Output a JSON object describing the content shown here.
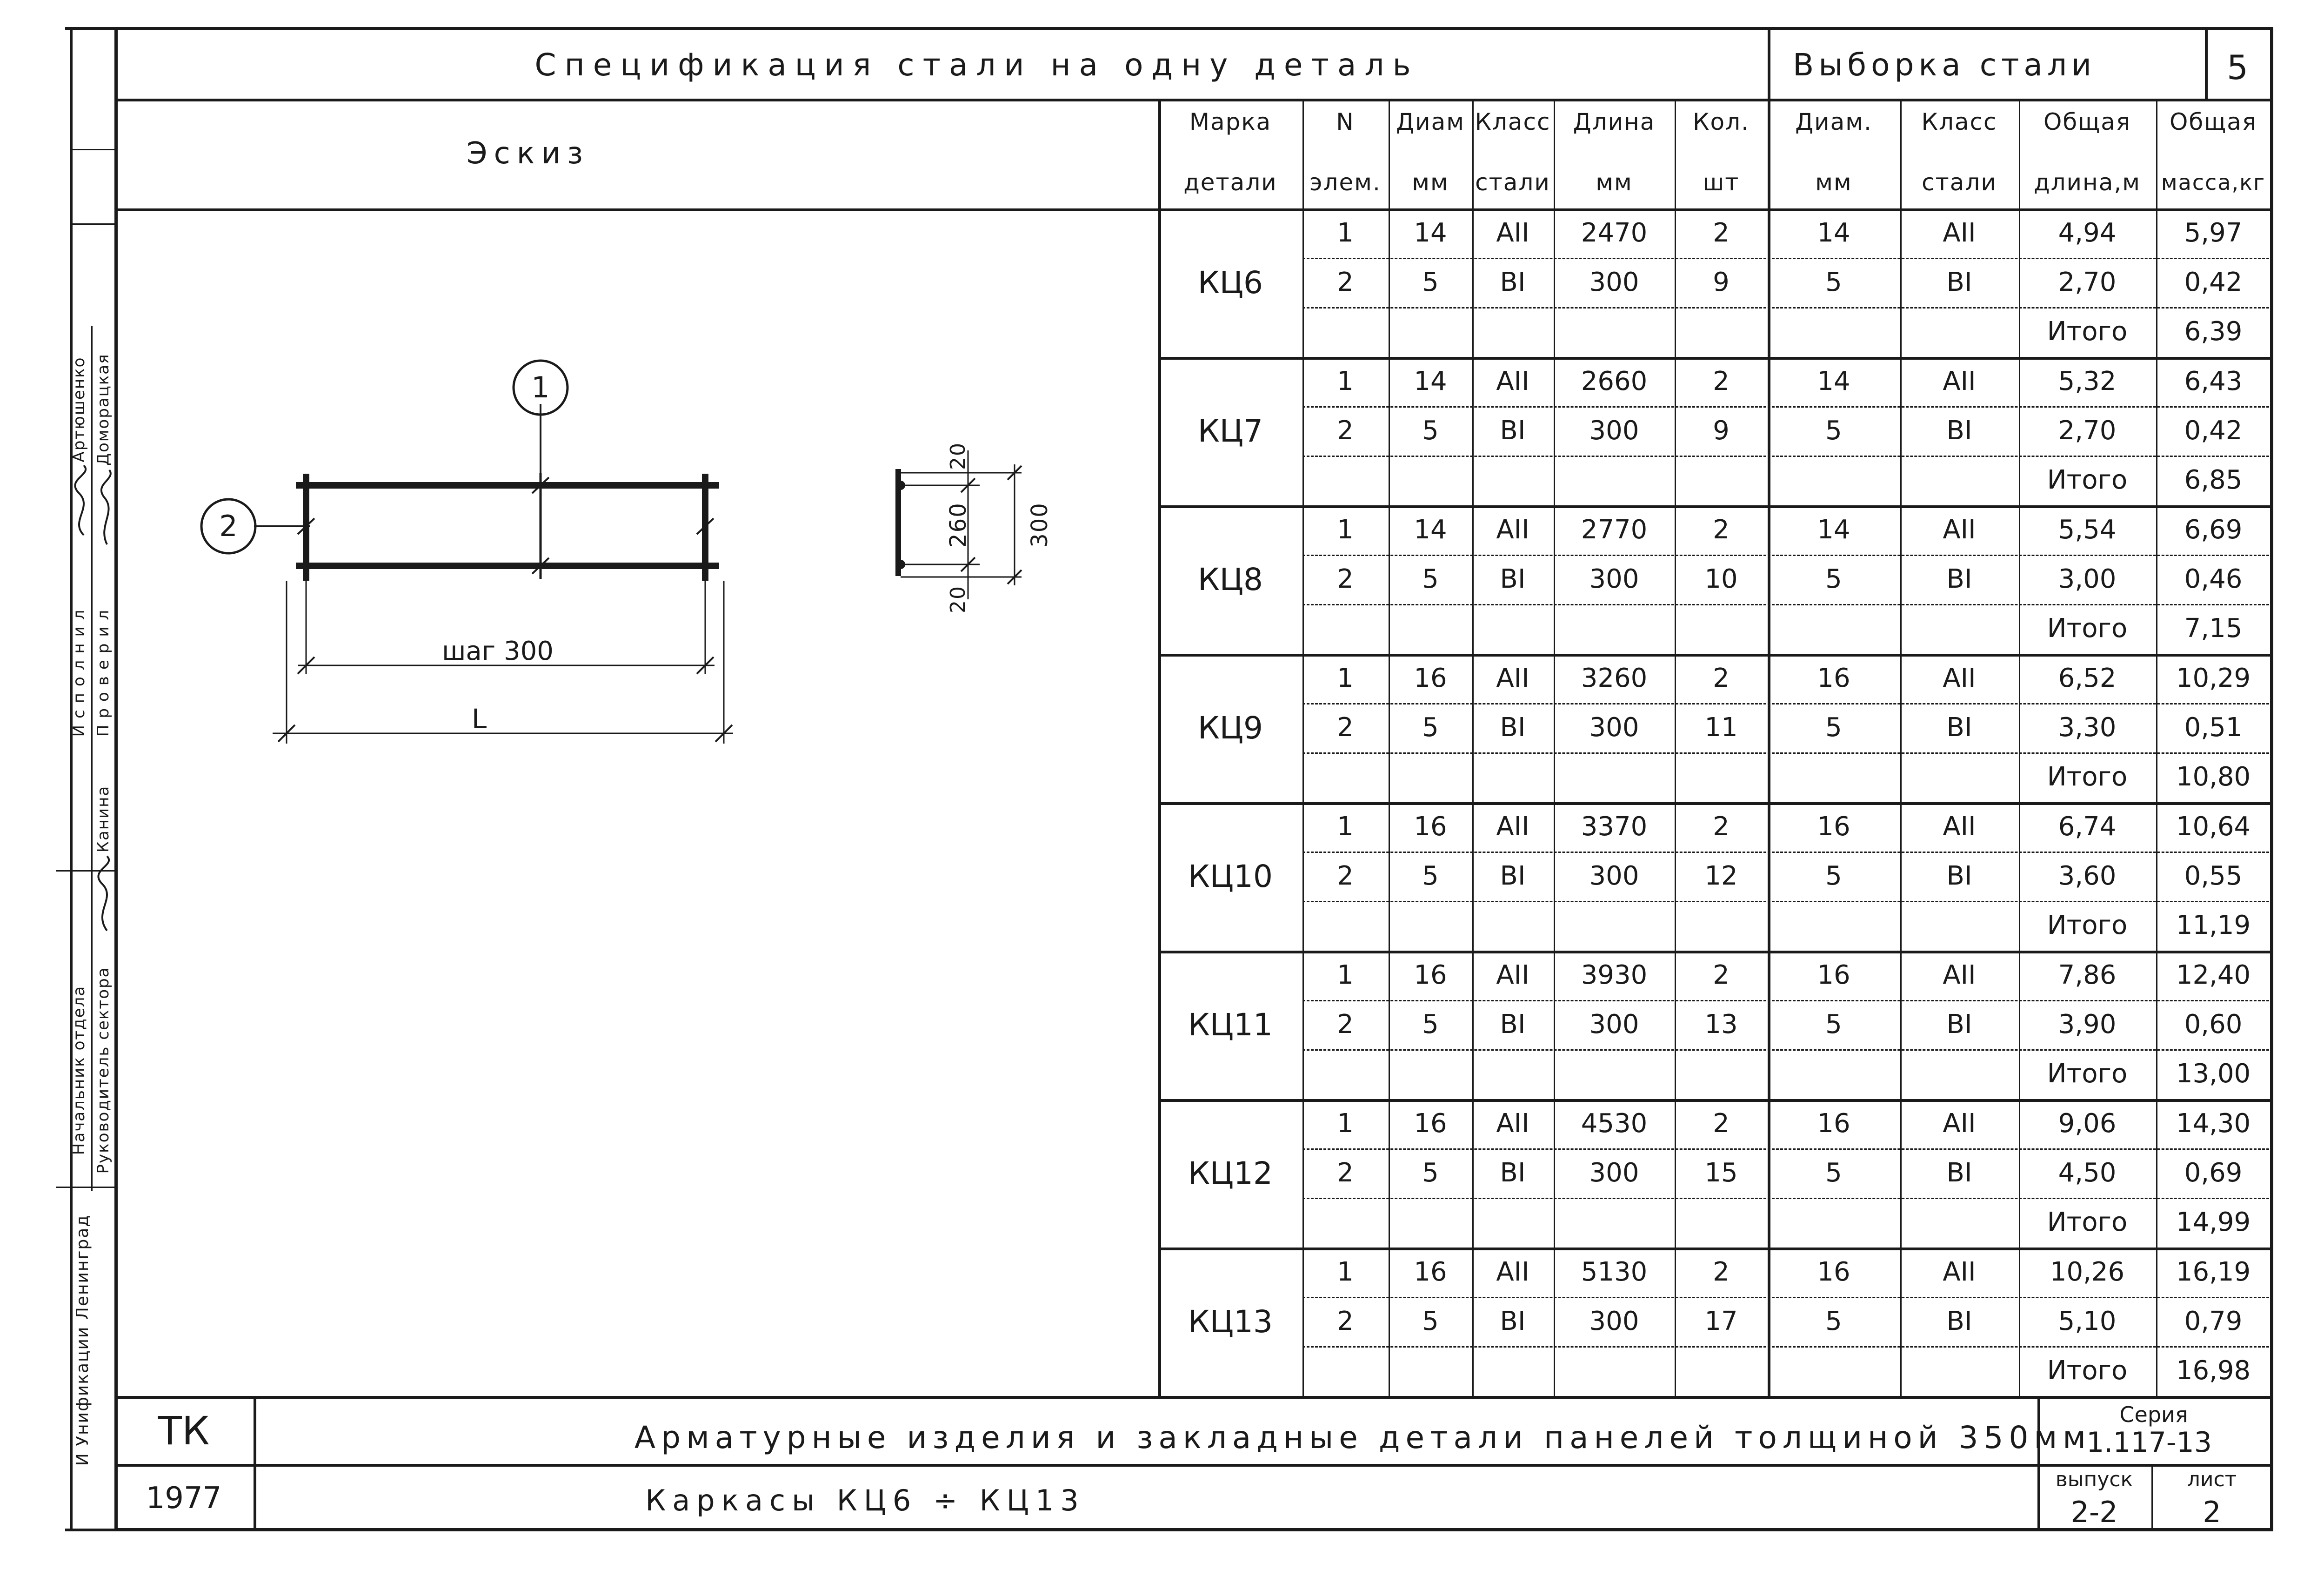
{
  "sheet_number": "5",
  "header": {
    "spec_title": "Спецификация стали на одну деталь",
    "selection_title": "Выборка стали",
    "sketch_label": "Эскиз"
  },
  "columns": {
    "mark": [
      "Марка",
      "детали"
    ],
    "elem": [
      "N",
      "элем."
    ],
    "diam": [
      "Диам",
      "мм"
    ],
    "class": [
      "Класс",
      "стали"
    ],
    "length": [
      "Длина",
      "мм"
    ],
    "qty": [
      "Кол.",
      "шт"
    ],
    "sel_diam": [
      "Диам.",
      "мм"
    ],
    "sel_class": [
      "Класс",
      "стали"
    ],
    "total_length": [
      "Общая",
      "длина,м"
    ],
    "total_mass": [
      "Общая",
      "масса,кг"
    ]
  },
  "groups": [
    {
      "mark": "КЦ6",
      "rows": [
        [
          "1",
          "14",
          "АII",
          "2470",
          "2",
          "14",
          "АII",
          "4,94",
          "5,97"
        ],
        [
          "2",
          "5",
          "ВI",
          "300",
          "9",
          "5",
          "ВI",
          "2,70",
          "0,42"
        ]
      ],
      "total_label": "Итого",
      "total": "6,39"
    },
    {
      "mark": "КЦ7",
      "rows": [
        [
          "1",
          "14",
          "АII",
          "2660",
          "2",
          "14",
          "АII",
          "5,32",
          "6,43"
        ],
        [
          "2",
          "5",
          "ВI",
          "300",
          "9",
          "5",
          "ВI",
          "2,70",
          "0,42"
        ]
      ],
      "total_label": "Итого",
      "total": "6,85"
    },
    {
      "mark": "КЦ8",
      "rows": [
        [
          "1",
          "14",
          "АII",
          "2770",
          "2",
          "14",
          "АII",
          "5,54",
          "6,69"
        ],
        [
          "2",
          "5",
          "ВI",
          "300",
          "10",
          "5",
          "ВI",
          "3,00",
          "0,46"
        ]
      ],
      "total_label": "Итого",
      "total": "7,15"
    },
    {
      "mark": "КЦ9",
      "rows": [
        [
          "1",
          "16",
          "АII",
          "3260",
          "2",
          "16",
          "АII",
          "6,52",
          "10,29"
        ],
        [
          "2",
          "5",
          "ВI",
          "300",
          "11",
          "5",
          "ВI",
          "3,30",
          "0,51"
        ]
      ],
      "total_label": "Итого",
      "total": "10,80"
    },
    {
      "mark": "КЦ10",
      "rows": [
        [
          "1",
          "16",
          "АII",
          "3370",
          "2",
          "16",
          "АII",
          "6,74",
          "10,64"
        ],
        [
          "2",
          "5",
          "ВI",
          "300",
          "12",
          "5",
          "ВI",
          "3,60",
          "0,55"
        ]
      ],
      "total_label": "Итого",
      "total": "11,19"
    },
    {
      "mark": "КЦ11",
      "rows": [
        [
          "1",
          "16",
          "АII",
          "3930",
          "2",
          "16",
          "АII",
          "7,86",
          "12,40"
        ],
        [
          "2",
          "5",
          "ВI",
          "300",
          "13",
          "5",
          "ВI",
          "3,90",
          "0,60"
        ]
      ],
      "total_label": "Итого",
      "total": "13,00"
    },
    {
      "mark": "КЦ12",
      "rows": [
        [
          "1",
          "16",
          "АII",
          "4530",
          "2",
          "16",
          "АII",
          "9,06",
          "14,30"
        ],
        [
          "2",
          "5",
          "ВI",
          "300",
          "15",
          "5",
          "ВI",
          "4,50",
          "0,69"
        ]
      ],
      "total_label": "Итого",
      "total": "14,99"
    },
    {
      "mark": "КЦ13",
      "rows": [
        [
          "1",
          "16",
          "АII",
          "5130",
          "2",
          "16",
          "АII",
          "10,26",
          "16,19"
        ],
        [
          "2",
          "5",
          "ВI",
          "300",
          "17",
          "5",
          "ВI",
          "5,10",
          "0,79"
        ]
      ],
      "total_label": "Итого",
      "total": "16,98"
    }
  ],
  "sketch": {
    "pos1": "1",
    "pos2": "2",
    "step_label": "шаг 300",
    "length_label": "L",
    "dim_20_top": "20",
    "dim_260": "260",
    "dim_300": "300",
    "dim_20_bottom": "20"
  },
  "side_stamp": {
    "org": "И Унификации Ленинград",
    "role_head": "Начальник отдела",
    "role_lead": "Руководитель сектора",
    "name_lead": "Канина",
    "role_exec": "Исполнил",
    "role_check": "Проверил",
    "name_exec": "Артюшенко",
    "name_check": "Доморацкая"
  },
  "title_block": {
    "code": "ТК",
    "year": "1977",
    "main_title": "Арматурные изделия и закладные детали панелей толщиной 350мм",
    "subtitle": "Каркасы КЦ6 ÷ КЦ13",
    "series_label": "Серия",
    "series_value": "1.117-13",
    "issue_label": "выпуск",
    "issue_value": "2-2",
    "sheet_label": "лист",
    "sheet_value": "2"
  }
}
